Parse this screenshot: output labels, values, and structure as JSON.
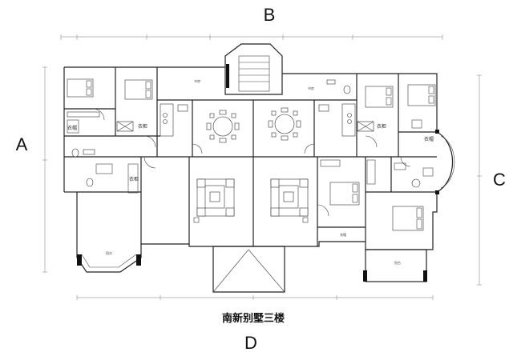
{
  "labels": {
    "top": "B",
    "left": "A",
    "right": "C",
    "bottom": "D",
    "caption": "南新别墅三楼"
  },
  "rooms": {
    "wardrobe": "衣帽",
    "closet": "衣柜"
  }
}
